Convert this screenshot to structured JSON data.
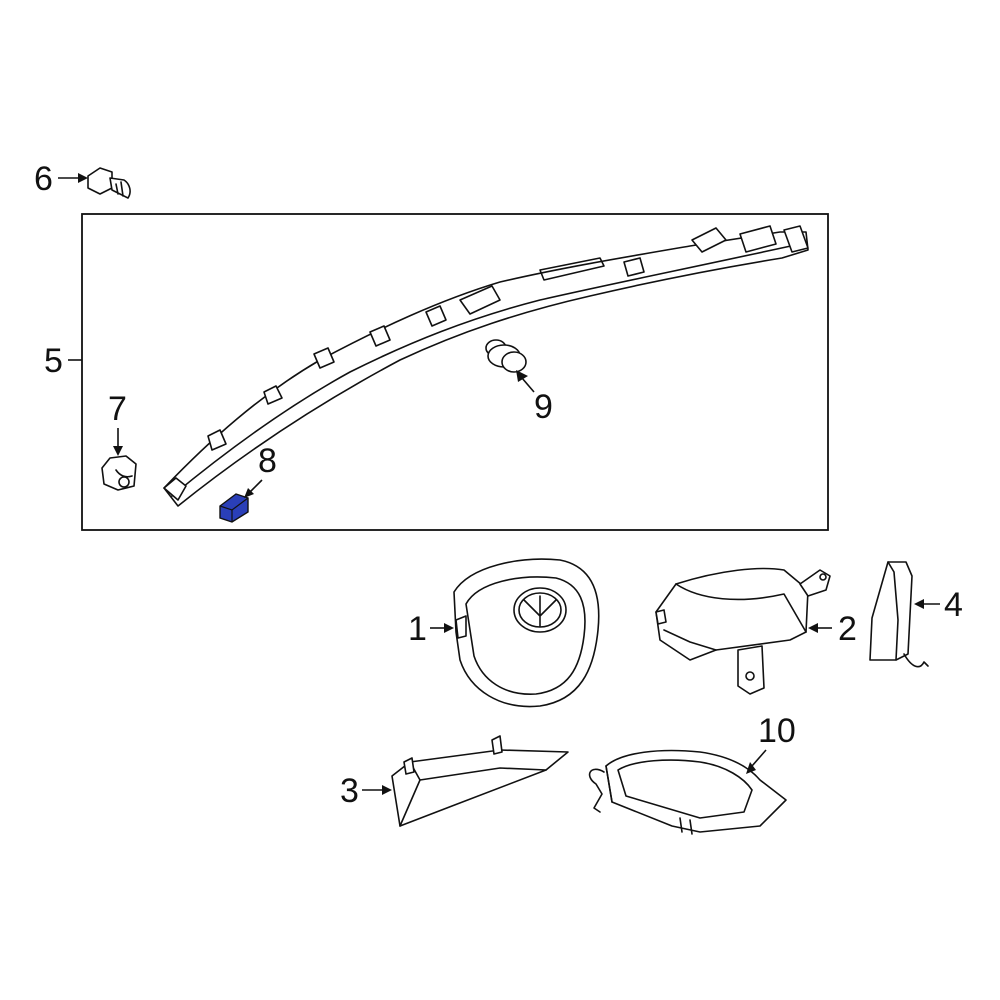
{
  "callouts": [
    {
      "id": "1",
      "text": "1"
    },
    {
      "id": "2",
      "text": "2"
    },
    {
      "id": "3",
      "text": "3"
    },
    {
      "id": "4",
      "text": "4"
    },
    {
      "id": "5",
      "text": "5"
    },
    {
      "id": "6",
      "text": "6"
    },
    {
      "id": "7",
      "text": "7"
    },
    {
      "id": "8",
      "text": "8"
    },
    {
      "id": "9",
      "text": "9"
    },
    {
      "id": "10",
      "text": "10"
    }
  ],
  "colors": {
    "line": "#111111",
    "highlight": "#2a3fb8",
    "background": "#ffffff"
  },
  "highlighted_part": "8"
}
